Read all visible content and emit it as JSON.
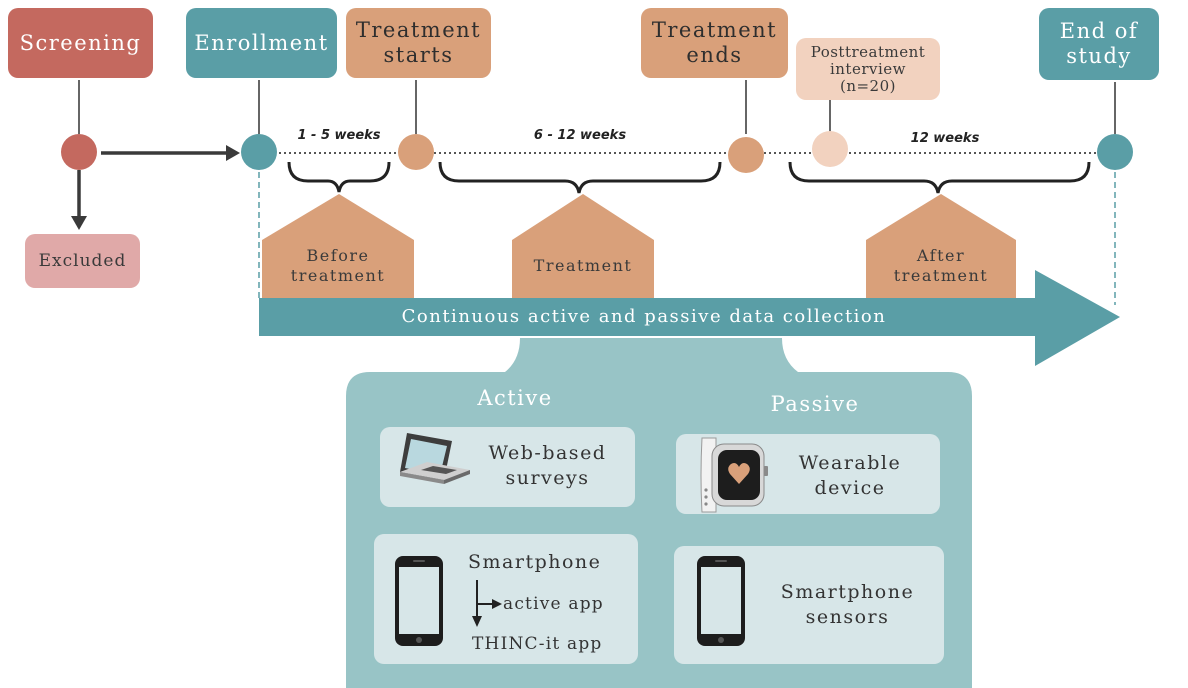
{
  "stages": {
    "screening": "Screening",
    "enrollment": "Enrollment",
    "treatment_starts": "Treatment\nstarts",
    "treatment_ends": "Treatment\nends",
    "posttreatment_interview": "Posttreatment\ninterview\n(n=20)",
    "end_of_study": "End of\nstudy",
    "excluded": "Excluded"
  },
  "durations": {
    "before": "1 - 5 weeks",
    "treatment": "6 - 12 weeks",
    "after": "12 weeks"
  },
  "phases": {
    "before": "Before\ntreatment",
    "treatment": "Treatment",
    "after": "After\ntreatment"
  },
  "collection_arrow": "Continuous active and passive data collection",
  "active": {
    "heading": "Active",
    "web_surveys": "Web-based\nsurveys",
    "smartphone": "Smartphone",
    "active_app": "active app",
    "thinc_app": "THINC-it app"
  },
  "passive": {
    "heading": "Passive",
    "wearable": "Wearable\ndevice",
    "sensors": "Smartphone\nsensors"
  },
  "colors": {
    "red": "#c4695f",
    "teal": "#5a9ea6",
    "peach": "#d9a07a",
    "light_peach": "#f2d2bf",
    "panel": "#98c4c6",
    "card": "#d7e6e8"
  }
}
